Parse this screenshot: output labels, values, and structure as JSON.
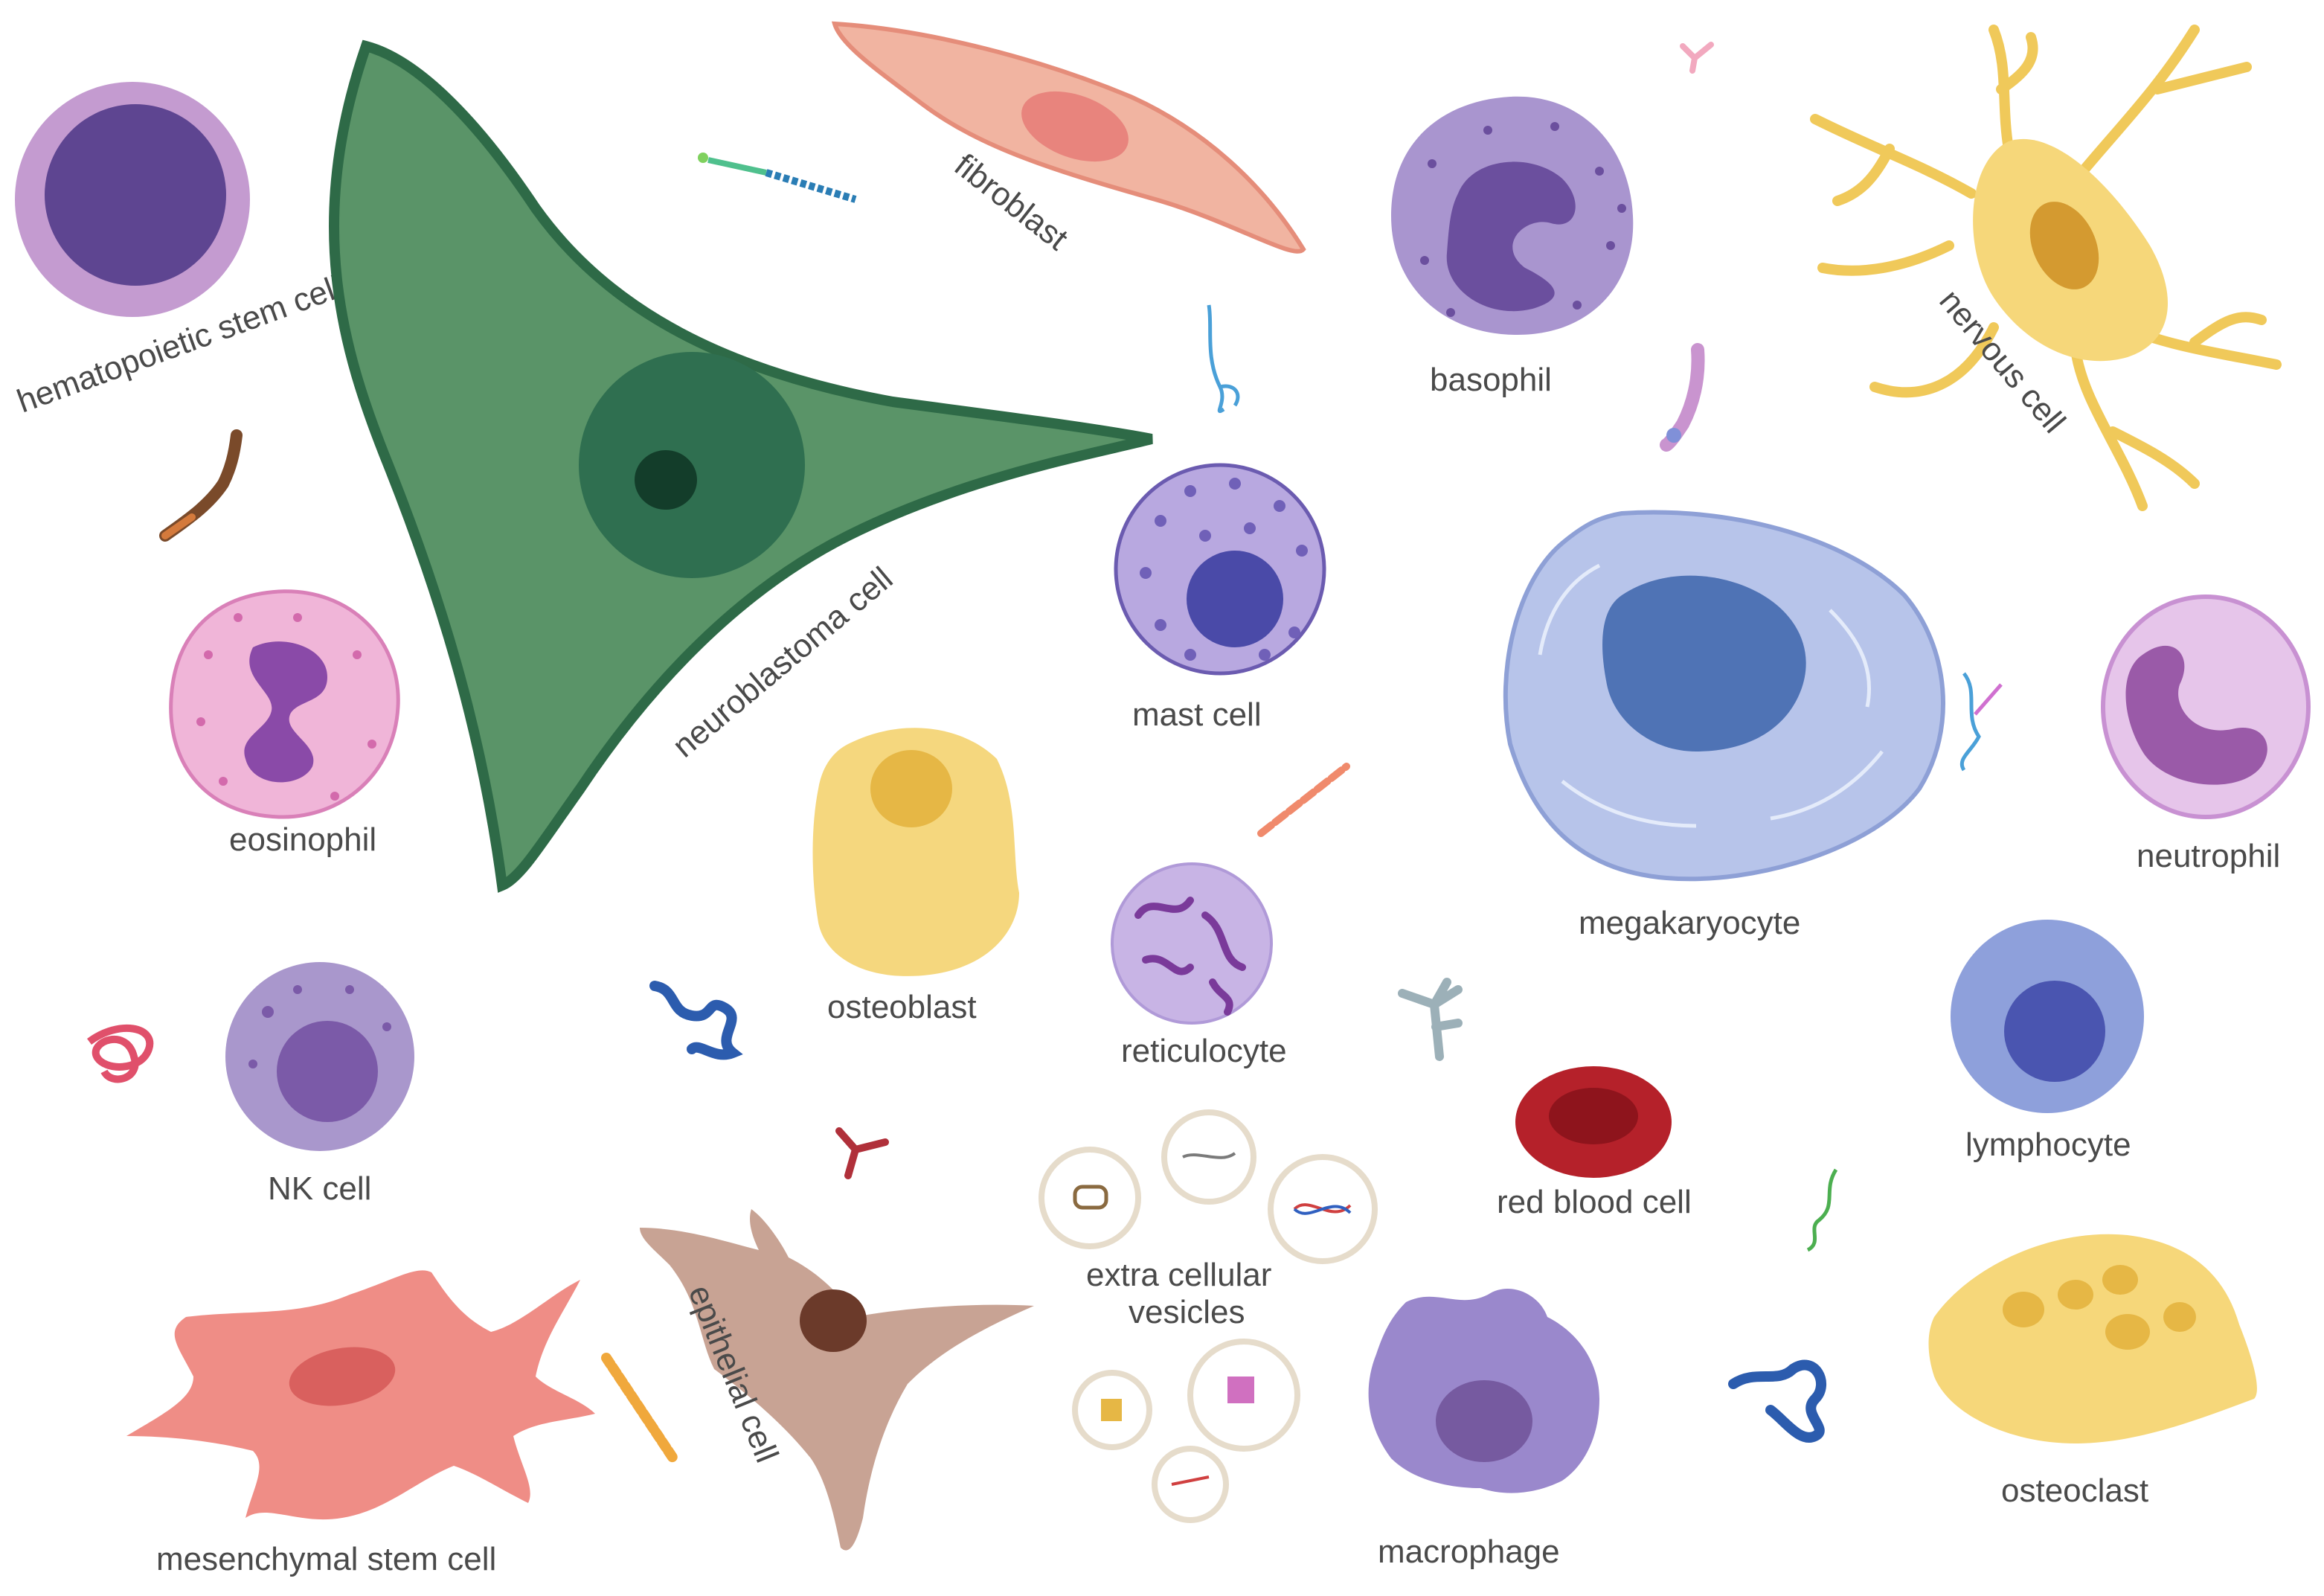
{
  "labels": {
    "hematopoietic_stem_cell": "hematopoietic stem cell",
    "neuroblastoma_cell": "neuroblastoma cell",
    "fibroblast": "fibroblast",
    "basophil": "basophil",
    "nervous_cell": "nervous cell",
    "eosinophil": "eosinophil",
    "mast_cell": "mast cell",
    "megakaryocyte": "megakaryocyte",
    "neutrophil": "neutrophil",
    "osteoblast": "osteoblast",
    "reticulocyte": "reticulocyte",
    "nk_cell": "NK cell",
    "lymphocyte": "lymphocyte",
    "red_blood_cell": "red blood cell",
    "extracellular_vesicles_line1": "extra cellular",
    "extracellular_vesicles_line2": "vesicles",
    "mesenchymal_stem_cell": "mesenchymal stem cell",
    "epithelial_cell": "epithelial cell",
    "macrophage": "macrophage",
    "osteoclast": "osteoclast"
  },
  "colors": {
    "hsc_outer": "#c49bd0",
    "hsc_inner": "#5e4591",
    "neuroblastoma_body": "#5a9468",
    "neuroblastoma_outline": "#2e6a47",
    "neuroblastoma_nucleus": "#2f6f50",
    "fibroblast_body": "#f1b4a1",
    "basophil_body": "#a995cf",
    "nervous_cell_body": "#f6d77a",
    "eosinophil_body": "#f0b5d8",
    "mast_cell_body": "#b8a8e0",
    "megakaryocyte_body": "#b7c4ea",
    "megakaryocyte_nucleus": "#4f73b5",
    "neutrophil_body": "#e6c5ea",
    "osteoblast_body": "#f5d77e",
    "reticulocyte_body": "#c8b4e5",
    "nk_cell_body": "#a997cc",
    "lymphocyte_body": "#8ea0db",
    "red_blood_cell": "#b5212a",
    "mesenchymal_body": "#ef8d86",
    "epithelial_body": "#c8a394",
    "macrophage_body": "#9a88cc",
    "osteoclast_body": "#f6d77a"
  }
}
